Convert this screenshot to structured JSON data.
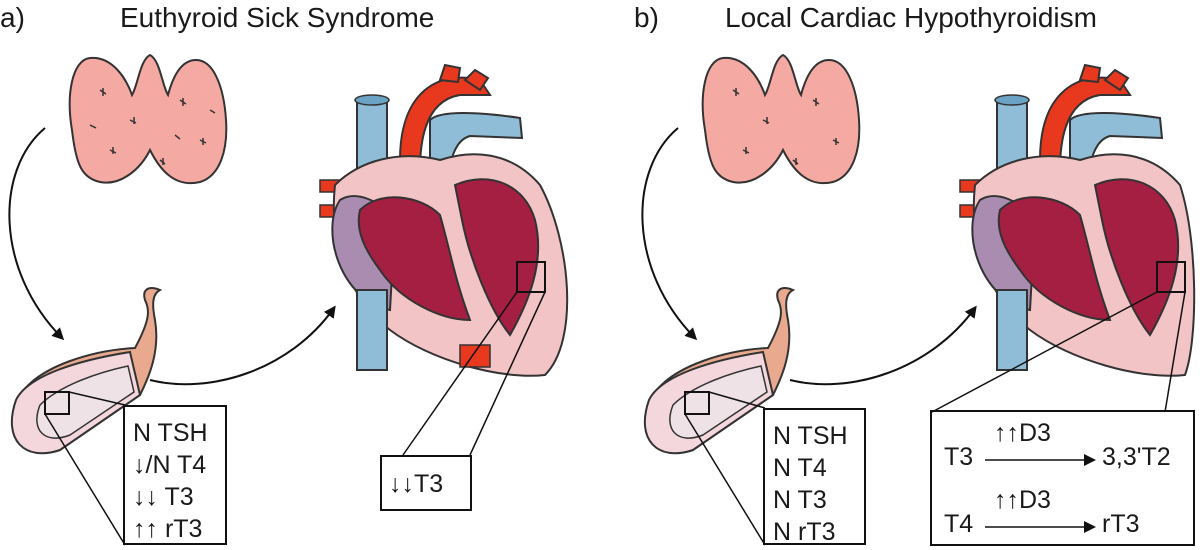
{
  "panel_a": {
    "letter": "a)",
    "title": "Euthyroid Sick Syndrome",
    "blood_labels": [
      "N TSH",
      "↓/N T4",
      "↓↓ T3",
      "↑↑ rT3"
    ],
    "heart_label": "↓↓T3"
  },
  "panel_b": {
    "letter": "b)",
    "title": "Local Cardiac Hypothyroidism",
    "blood_labels": [
      "N TSH",
      "N T4",
      "N T3",
      "N rT3"
    ],
    "reaction_1": {
      "substrate": "T3",
      "enzyme": "↑↑D3",
      "product": "3,3'T2"
    },
    "reaction_2": {
      "substrate": "T4",
      "enzyme": "↑↑D3",
      "product": "rT3"
    }
  },
  "colors": {
    "thyroid": "#f4aaa3",
    "heart_outer": "#f3c4c6",
    "heart_inner": "#a51f43",
    "aorta": "#e8391f",
    "vena_cava": "#8fbcd6",
    "atrium": "#a98cb0",
    "vessel_wall": "#e8a98f"
  }
}
